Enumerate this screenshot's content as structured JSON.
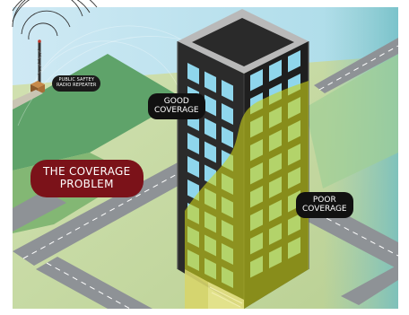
{
  "labels": {
    "repeater": "PUBLIC SAFTEY\nRADIO REPEATER",
    "good": "GOOD\nCOVERAGE",
    "poor": "POOR\nCOVERAGE",
    "problem": "THE COVERAGE\nPROBLEM"
  },
  "icons": [
    "radio-tower-icon",
    "repeater-box-icon",
    "building-icon"
  ],
  "colors": {
    "problem_badge": "#7b1219",
    "label_bg": "#111111",
    "coverage_overlay": "#c9d21a",
    "window": "#8fd6ec",
    "building": "#2a2a2a",
    "ground": "#bcd49a",
    "road": "#8e9296"
  }
}
